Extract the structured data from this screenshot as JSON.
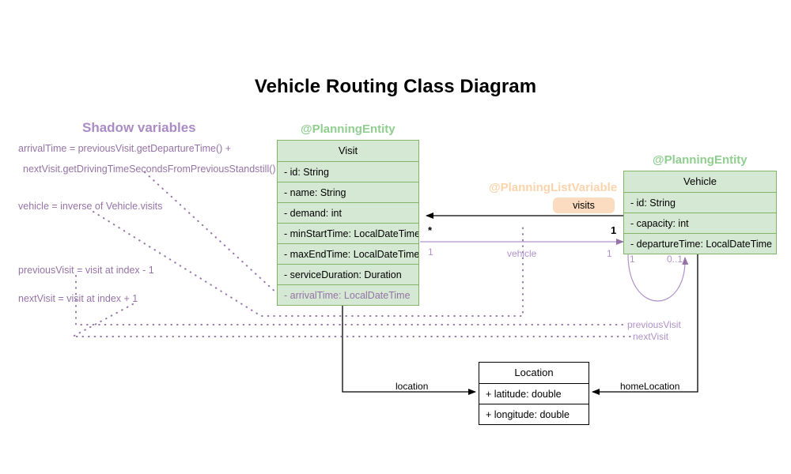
{
  "title": "Vehicle Routing Class Diagram",
  "colors": {
    "entity_fill": "#d5e8d4",
    "entity_stroke": "#82b366",
    "stereotype_green": "#8fce8f",
    "stereotype_orange": "#fbd3ab",
    "shadow_purple": "#9673a6",
    "badge_fill": "#fbdcc0",
    "plain_stroke": "#000000"
  },
  "shadow_section": {
    "heading": "Shadow variables",
    "lines": [
      "arrivalTime = previousVisit.getDepartureTime() +",
      "nextVisit.getDrivingTimeSecondsFromPreviousStandstill()",
      "vehicle = inverse of Vehicle.visits",
      "previousVisit = visit at index - 1",
      "nextVisit = visit at index + 1"
    ]
  },
  "classes": {
    "visit": {
      "stereotype": "@PlanningEntity",
      "name": "Visit",
      "attributes": [
        {
          "text": "- id: String",
          "shadow": false
        },
        {
          "text": "- name: String",
          "shadow": false
        },
        {
          "text": "- demand: int",
          "shadow": false
        },
        {
          "text": "- minStartTime: LocalDateTime",
          "shadow": false
        },
        {
          "text": "- maxEndTime: LocalDateTime",
          "shadow": false
        },
        {
          "text": "- serviceDuration: Duration",
          "shadow": false
        },
        {
          "text": "- arrivalTime: LocalDateTime",
          "shadow": true
        }
      ]
    },
    "vehicle": {
      "stereotype": "@PlanningEntity",
      "name": "Vehicle",
      "attributes": [
        {
          "text": "- id: String",
          "shadow": false
        },
        {
          "text": "- capacity: int",
          "shadow": false
        },
        {
          "text": "- departureTime: LocalDateTime",
          "shadow": false
        }
      ]
    },
    "location": {
      "name": "Location",
      "attributes": [
        {
          "text": "+ latitude: double",
          "shadow": false
        },
        {
          "text": "+ longitude: double",
          "shadow": false
        }
      ]
    }
  },
  "associations": {
    "visits": {
      "stereotype": "@PlanningListVariable",
      "badge": "visits",
      "source_multiplicity": "*",
      "target_multiplicity": "1"
    },
    "vehicle": {
      "label": "vehicle",
      "source_multiplicity": "1",
      "target_multiplicity": "1"
    },
    "self_loop": {
      "source_multiplicity": "1",
      "target_multiplicity": "0..1"
    },
    "previous_visit": {
      "label": "previousVisit"
    },
    "next_visit": {
      "label": "nextVisit"
    },
    "location": {
      "label": "location"
    },
    "home_location": {
      "label": "homeLocation"
    }
  }
}
